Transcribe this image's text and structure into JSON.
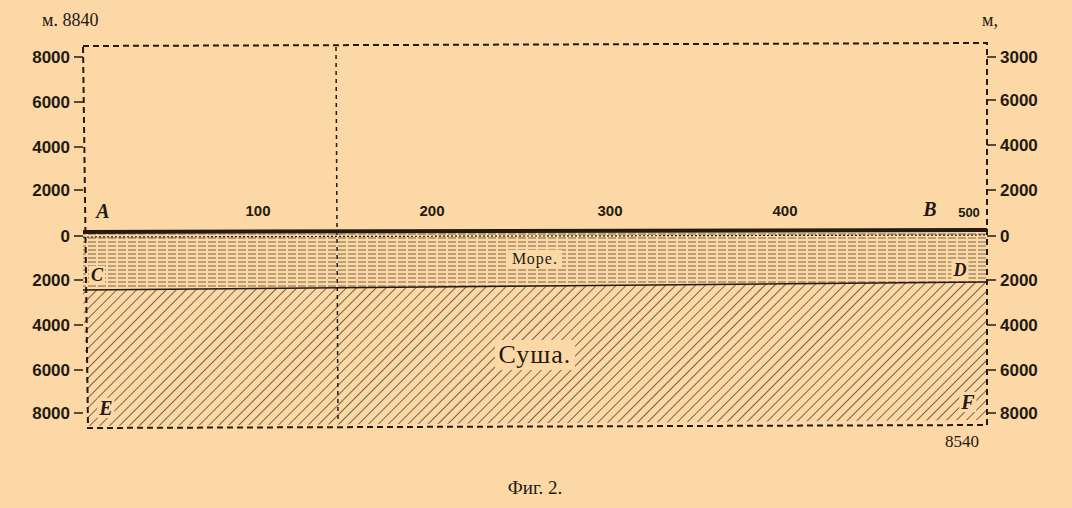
{
  "diagram": {
    "caption": "Фиг. 2.",
    "nodes": [
      {
        "text": [
          "Море."
        ]
      },
      {
        "text": [
          "Суша."
        ]
      }
    ],
    "labels": [
      "м. 8840",
      "м,",
      "8000",
      "6000",
      "4000",
      "2000",
      "0",
      "2000",
      "4000",
      "6000",
      "8000",
      "3000",
      "6000",
      "4000",
      "2000",
      "0",
      "2000",
      "4000",
      "6000",
      "8000",
      "A",
      "100",
      "200",
      "300",
      "400",
      "B",
      "500",
      "C",
      "D",
      "E",
      "F",
      "8540"
    ]
  }
}
